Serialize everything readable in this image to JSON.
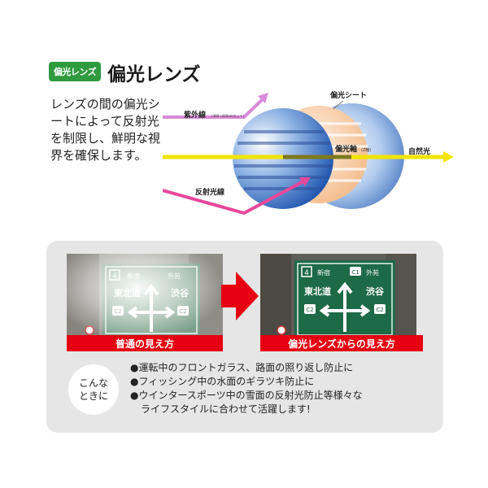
{
  "header": {
    "badge": "偏光レンズ",
    "title": "偏光レンズ"
  },
  "description": {
    "lines": [
      "レンズの間の偏光シ",
      "ートによって反射光",
      "を制限し、鮮明な視",
      "界を確保します。"
    ]
  },
  "diagram": {
    "labels": {
      "uv": "紫外線",
      "uv_note": "(380~400nmカット)",
      "polarizing_sheet": "偏光シート",
      "polarization_axis": "偏光軸",
      "axis_note": "(Z軸)",
      "natural_light": "自然光",
      "reflected_light": "反射光線"
    },
    "colors": {
      "uv_arrow": "#d98ad9",
      "natural_arrow": "#f2e400",
      "reflect_arrow": "#e8489a",
      "lens_blue": "#1f55b0",
      "sheet_peach": "#f8c9a0"
    }
  },
  "comparison": {
    "left_caption": "普通の見え方",
    "right_caption": "偏光レンズからの見え方",
    "sign": {
      "route_num": "4",
      "top_left": "新宿",
      "top_right": "外苑",
      "mid_left": "東北道",
      "mid_right": "渋谷",
      "shield_left": "C2",
      "shield_right": "C2",
      "corner_right": "C1"
    },
    "caption_color": "#e60012"
  },
  "usage": {
    "when_line1": "こんな",
    "when_line2": "ときに",
    "items": [
      "●運転中のフロントガラス、路面の照り返し防止に",
      "●フィッシング中の水面のギラツキ防止に",
      "●ウインタースポーツ中の雪面の反射光防止等様々な"
    ],
    "continuation": "ライフスタイルに合わせて活躍します!"
  }
}
